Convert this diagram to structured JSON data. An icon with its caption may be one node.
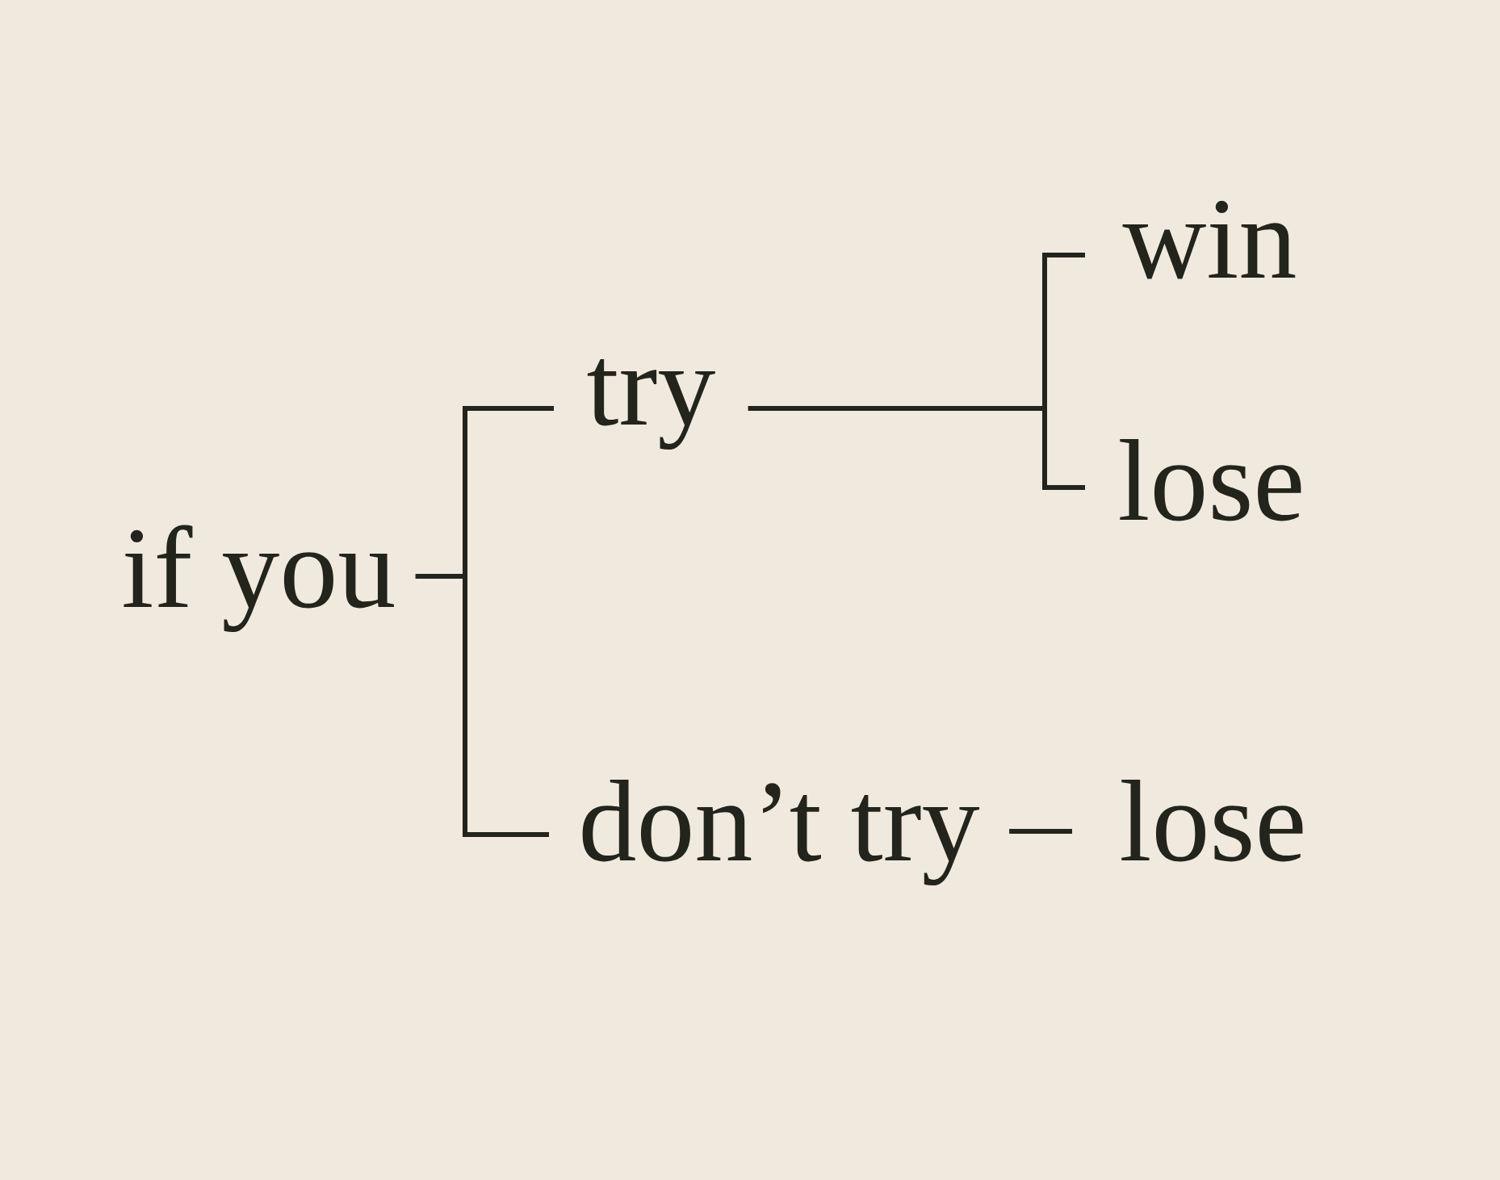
{
  "diagram": {
    "nodes": [
      {
        "text": [
          "if you"
        ]
      },
      {
        "text": [
          "try"
        ]
      },
      {
        "text": [
          "win"
        ]
      },
      {
        "text": [
          "lose"
        ]
      },
      {
        "text": [
          "don’t try"
        ]
      },
      {
        "text": [
          "lose"
        ]
      }
    ],
    "edges": [
      {
        "from": 0,
        "to": 1,
        "arrow": "none"
      },
      {
        "from": 0,
        "to": 4,
        "arrow": "none"
      },
      {
        "from": 1,
        "to": 2,
        "arrow": "none"
      },
      {
        "from": 1,
        "to": 3,
        "arrow": "none"
      },
      {
        "from": 4,
        "to": 5,
        "arrow": "none"
      }
    ]
  }
}
